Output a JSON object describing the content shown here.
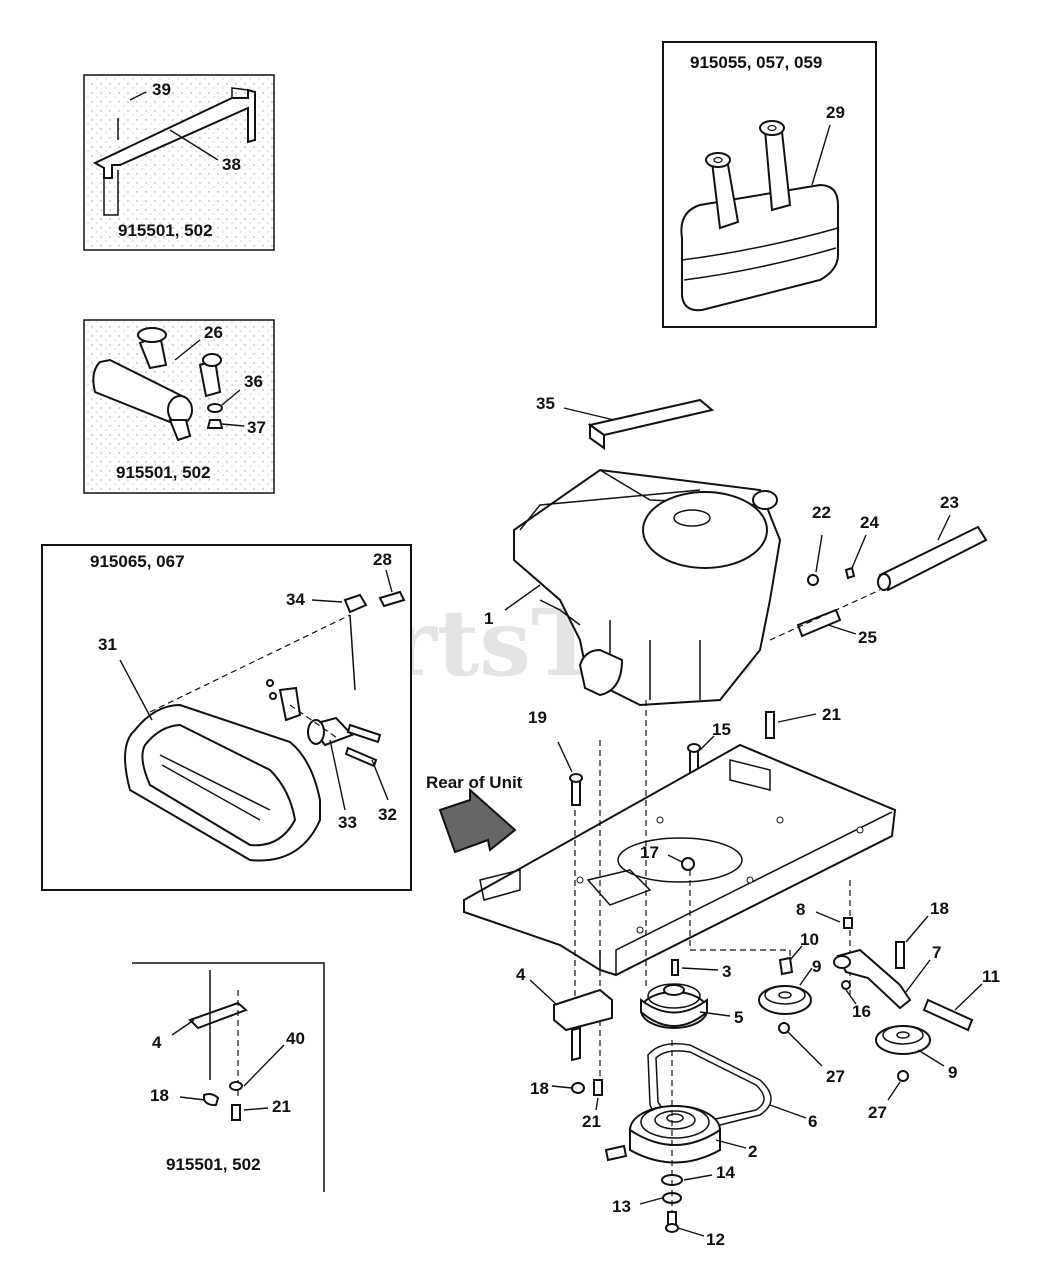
{
  "watermark": "PartsTree",
  "rear_label": "Rear of Unit",
  "insets": {
    "bracket_top": {
      "caption": "915501, 502"
    },
    "muffler_round": {
      "caption": "915501, 502"
    },
    "muffler_box": {
      "caption": "915055, 057, 059"
    },
    "muffler_oval": {
      "caption": "915065, 067"
    },
    "bracket_bottom": {
      "caption": "915501, 502"
    }
  },
  "callouts": {
    "c39": "39",
    "c38": "38",
    "c26": "26",
    "c36": "36",
    "c37": "37",
    "c29": "29",
    "c28": "28",
    "c34": "34",
    "c31": "31",
    "c33": "33",
    "c32": "32",
    "c35": "35",
    "c1": "1",
    "c22": "22",
    "c24": "24",
    "c23": "23",
    "c25": "25",
    "c21a": "21",
    "c15": "15",
    "c19": "19",
    "c17": "17",
    "c8": "8",
    "c18a": "18",
    "c10": "10",
    "c7": "7",
    "c9a": "9",
    "c11": "11",
    "c16": "16",
    "c4a": "4",
    "c3": "3",
    "c5": "5",
    "c27a": "27",
    "c9b": "9",
    "c27b": "27",
    "c18b": "18",
    "c21b": "21",
    "c6": "6",
    "c2": "2",
    "c14": "14",
    "c13": "13",
    "c12": "12",
    "c4b": "4",
    "c40": "40",
    "c18c": "18",
    "c21c": "21"
  }
}
